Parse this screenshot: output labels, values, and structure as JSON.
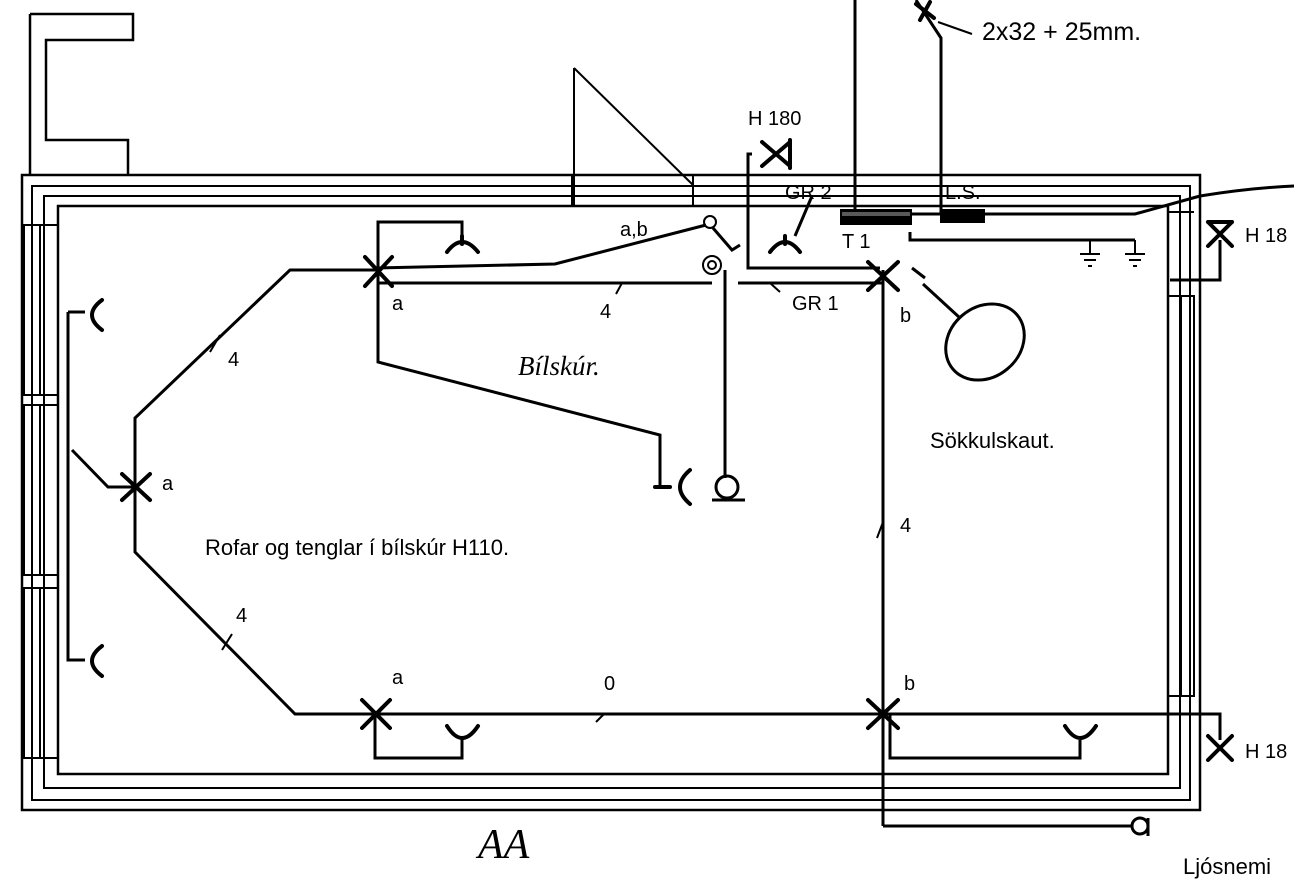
{
  "labels": {
    "cable_spec": "2x32 + 25mm.",
    "h180_top": "H 180",
    "h18_right_top": "H 18",
    "h18_right_bottom": "H 18",
    "gr2": "GR 2",
    "ls": "L.S.",
    "ab": "a,b",
    "t1": "T 1",
    "gr1": "GR 1",
    "a_top": "a",
    "b_top": "b",
    "a_left": "a",
    "a_bottom": "a",
    "b_bottom": "b",
    "n4_top": "4",
    "n4_left": "4",
    "n4_right": "4",
    "n4_bottom_left": "4",
    "n0_bottom": "0",
    "room_name": "Bílskúr.",
    "ground_electrode": "Sökkulskaut.",
    "switches_note": "Rofar og tenglar  í bílskúr H110.",
    "section": "AA",
    "light_sensor": "Ljósnemi"
  }
}
